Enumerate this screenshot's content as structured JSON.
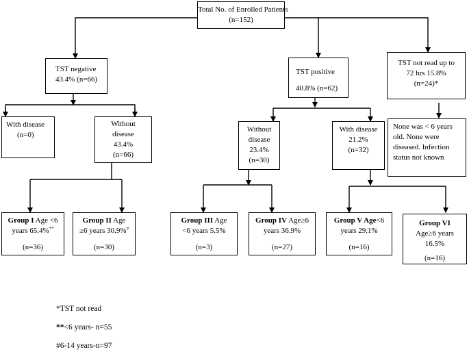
{
  "root": {
    "line1": "Total No. of Enrolled Patients",
    "line2": "(n=152)"
  },
  "tst_negative": {
    "line1": "TST negative",
    "line2": "43.4% (n=66)"
  },
  "tst_positive": {
    "line1": "TST positive",
    "line2": "40.8% (n=62)"
  },
  "tst_not_read": {
    "line1": "TST not read up to",
    "line2": "72 hrs 15.8%",
    "line3": "(n=24)*"
  },
  "neg_with_disease": {
    "line1": "With disease",
    "line2": "(n=0)"
  },
  "neg_without_disease": {
    "line1": "Without",
    "line2": "disease",
    "line3": "43.4%",
    "line4": "(n=66)"
  },
  "pos_without_disease": {
    "line1": "Without",
    "line2": "disease",
    "line3": "23.4%",
    "line4": "(n=30)"
  },
  "pos_with_disease": {
    "line1": "With disease",
    "line2": "21.2%",
    "line3": "(n=32)"
  },
  "not_read_note": {
    "line1": "None was < 6 years",
    "line2": "old. None were",
    "line3": "diseased. Infection",
    "line4": "status not known"
  },
  "group1": {
    "name": "Group I",
    "age": " Age <6",
    "pct": "years 65.4%",
    "sup": "**",
    "n": "(n=36)"
  },
  "group2": {
    "name": "Group II",
    "age": " Age",
    "pct": "≥6 years 30.9%",
    "sup": "#",
    "n": "(n=30)"
  },
  "group3": {
    "name": "Group III",
    "age": " Age",
    "pct": "<6 years 5.5%",
    "n": "(n=3)"
  },
  "group4": {
    "name": "Group IV",
    "age": " Age≥6",
    "pct": "years 36.9%",
    "n": "(n=27)"
  },
  "group5": {
    "name": "Group V Age",
    "age": "<6",
    "pct": "years 29.1%",
    "n": "(n=16)"
  },
  "group6": {
    "name": "Group VI",
    "age": "Age≥6 years",
    "pct": "16.5%",
    "n": "(n=16)"
  },
  "footnotes": {
    "tst_not_read": "*TST not read",
    "under6_marker": "**",
    "under6": "<6 years- n=55",
    "age6to14": "#6-14 years-n=97"
  }
}
